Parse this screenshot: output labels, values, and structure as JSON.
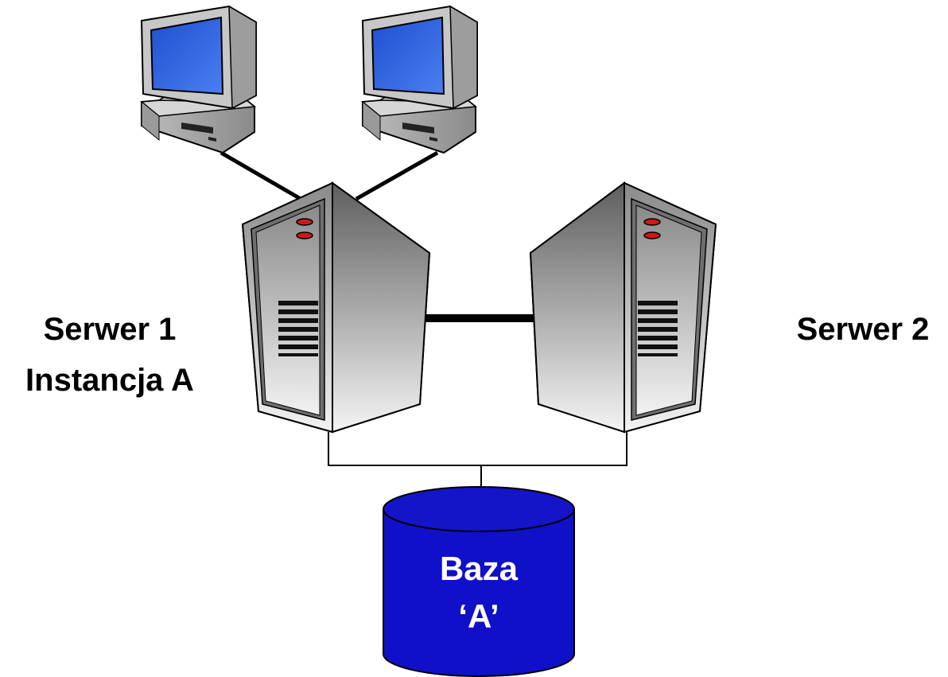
{
  "server1": {
    "name": "Serwer 1",
    "instance": "Instancja A"
  },
  "server2": {
    "name": "Serwer 2"
  },
  "database": {
    "line1": "Baza",
    "line2": "‘A’"
  },
  "colors": {
    "screen_blue": "#2a5fd8",
    "database_blue": "#1010c8",
    "server_gray": "#a9a9a9",
    "led_red": "#d01818",
    "background": "#ffffff"
  },
  "icons": [
    "workstation-icon",
    "server-tower-icon",
    "database-cylinder-icon"
  ]
}
